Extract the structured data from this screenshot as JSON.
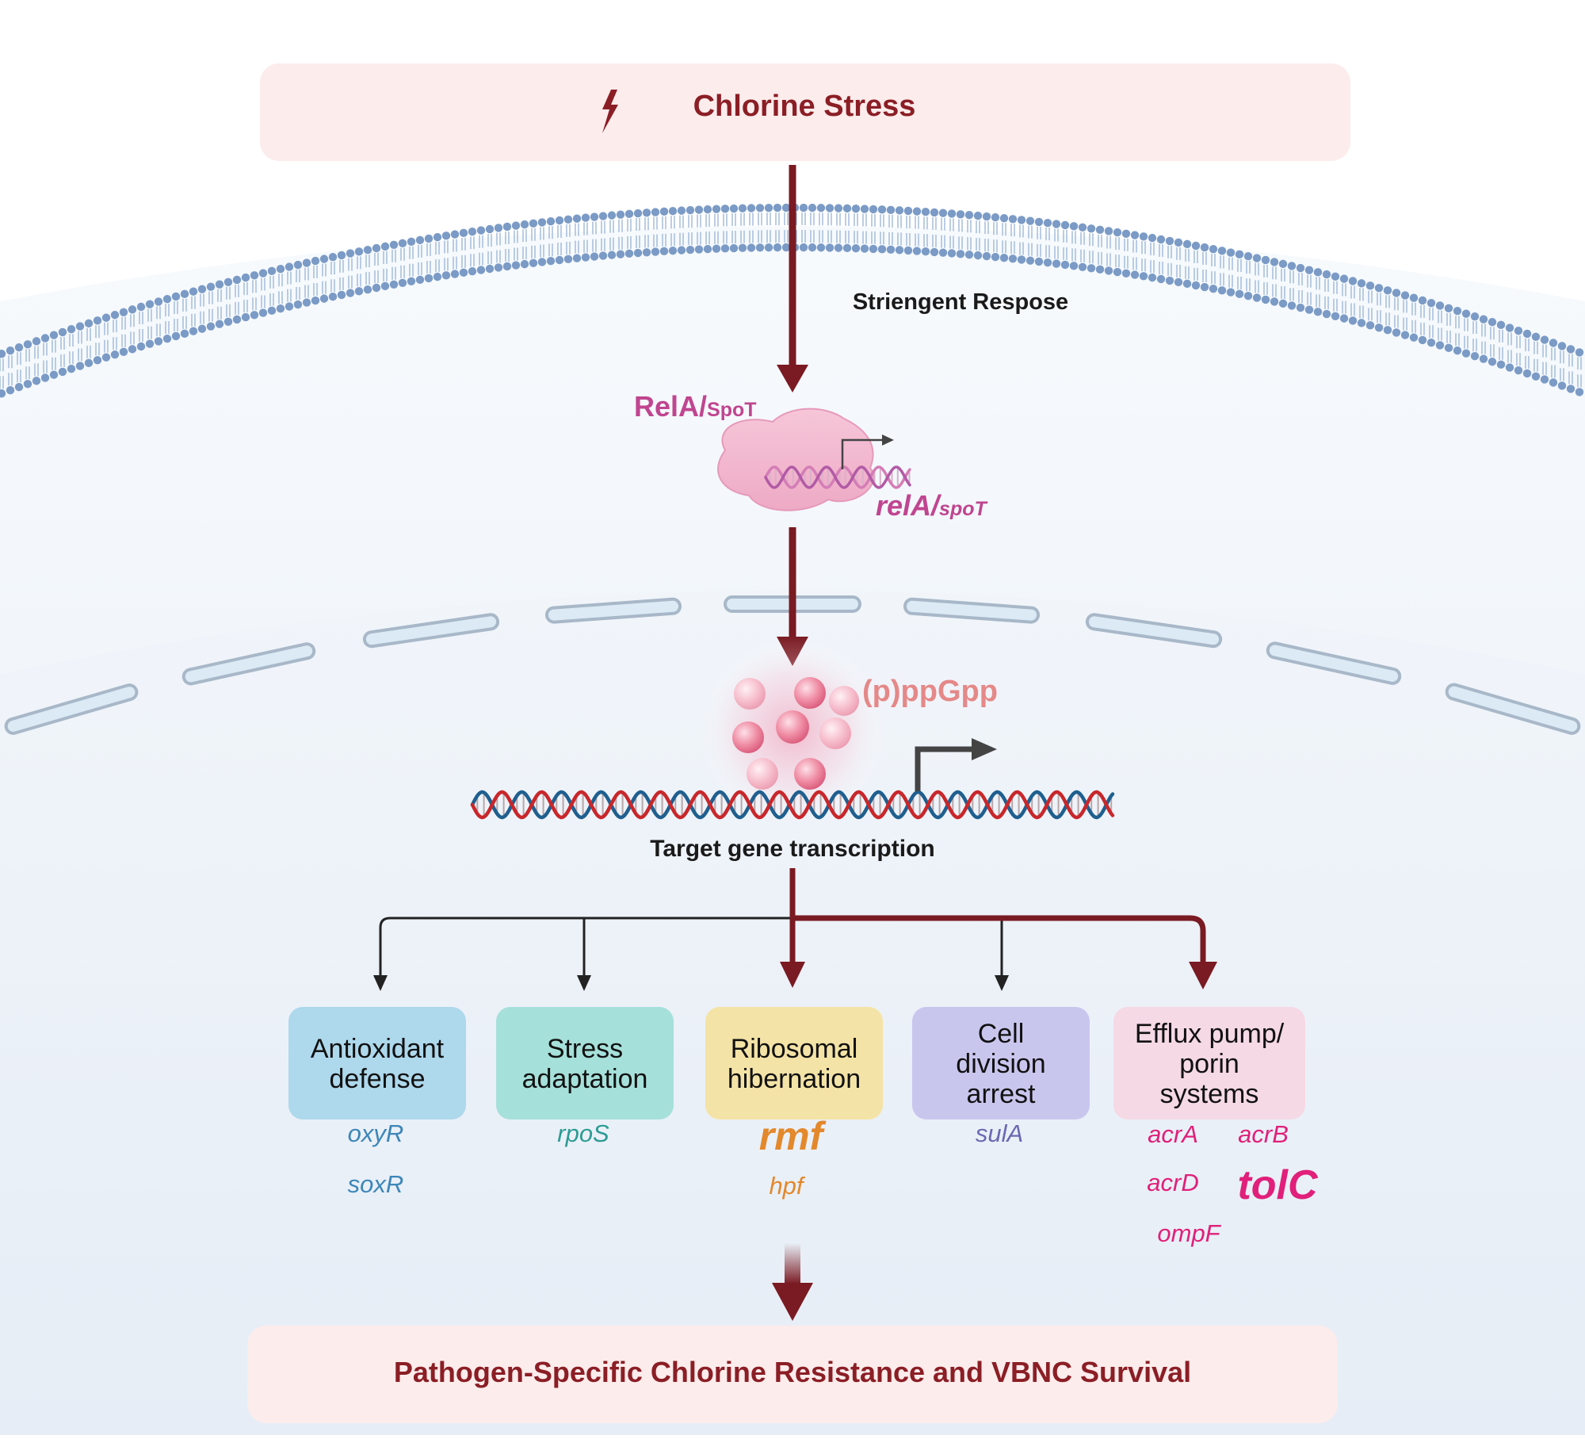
{
  "top": {
    "title": "Chlorine Stress",
    "icon": "lightning-bolt-icon"
  },
  "labels": {
    "stringent": "Striengent Respose",
    "protein_main": "RelA/",
    "protein_sub": "SpoT",
    "gene_main": "relA/",
    "gene_sub": "spoT",
    "alarmone": "(p)ppGpp",
    "transcription": "Target gene transcription"
  },
  "boxes": [
    {
      "id": "antioxidant",
      "lines": [
        "Antioxidant",
        "defense"
      ],
      "fill": "#aed8ec",
      "gene_color": "#3d86b8",
      "genes": [
        "oxyR",
        "soxR"
      ]
    },
    {
      "id": "stress",
      "lines": [
        "Stress",
        "adaptation"
      ],
      "fill": "#a6e0da",
      "gene_color": "#2c9c94",
      "genes": [
        "rpoS"
      ]
    },
    {
      "id": "ribosomal",
      "lines": [
        "Ribosomal",
        "hibernation"
      ],
      "fill": "#f4e3a6",
      "gene_color": "#e3882b",
      "genes": [
        "rmf",
        "hpf"
      ]
    },
    {
      "id": "cell-division",
      "lines": [
        "Cell",
        "division",
        "arrest"
      ],
      "fill": "#c9c6ee",
      "gene_color": "#6a68b3",
      "genes": [
        "sulA"
      ]
    },
    {
      "id": "efflux",
      "lines": [
        "Efflux pump/",
        "porin",
        "systems"
      ],
      "fill": "#f5d9e5",
      "gene_color": "#e0207a",
      "genes": [
        "acrA",
        "acrB",
        "acrD",
        "tolC",
        "ompF"
      ]
    }
  ],
  "bottom": {
    "title": "Pathogen-Specific Chlorine Resistance and VBNC Survival"
  },
  "colors": {
    "arrow_main": "#7a1a22",
    "banner_fill": "#fcecec",
    "banner_text": "#8b1e25",
    "relA_text": "#c04590",
    "ppgpp_text": "#e58888",
    "membrane_head": "#7b9bc6",
    "dna_red": "#c8272b",
    "dna_blue": "#1f5f8f"
  }
}
